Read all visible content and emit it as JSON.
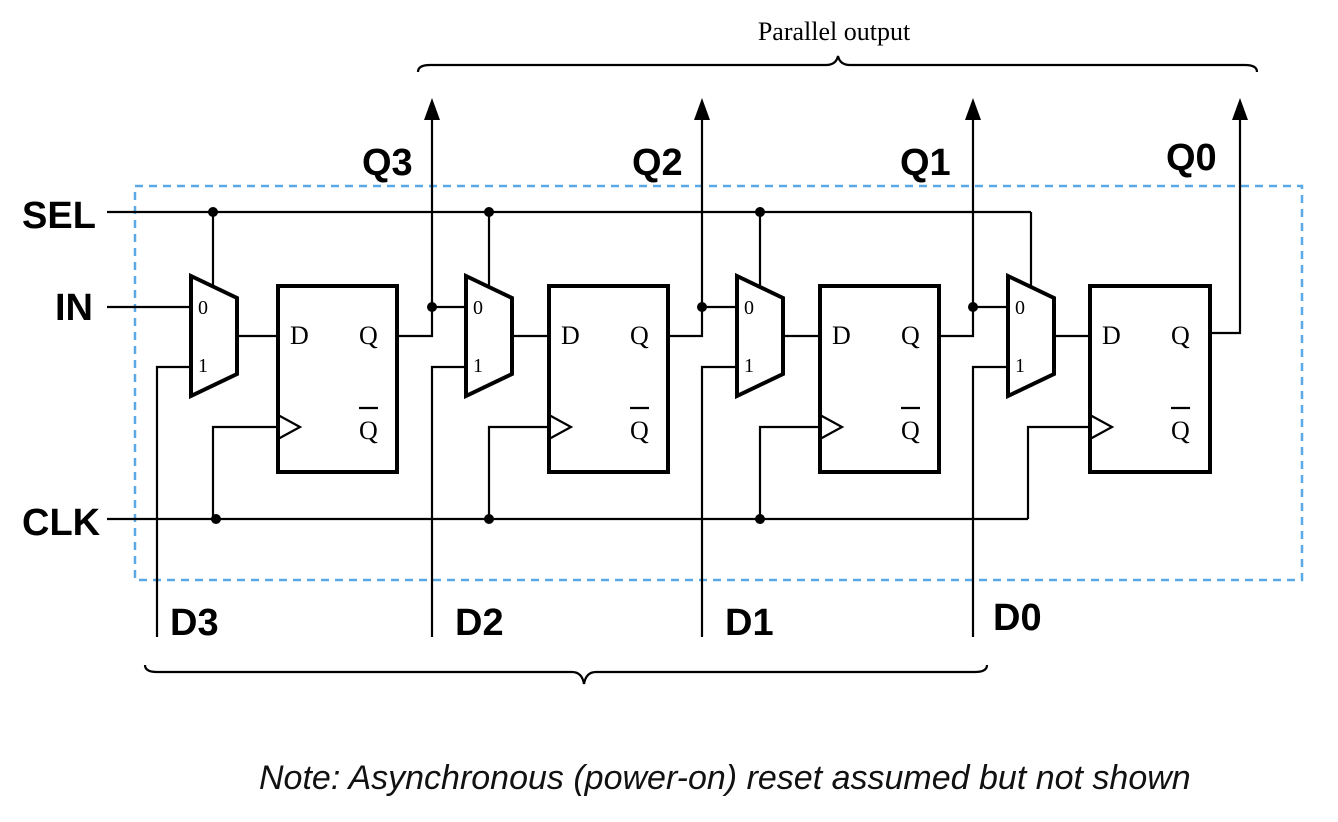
{
  "labels": {
    "parallel_output": "Parallel output",
    "sel": "SEL",
    "in": "IN",
    "clk": "CLK",
    "outputs": [
      "Q3",
      "Q2",
      "Q1",
      "Q0"
    ],
    "inputs": [
      "D3",
      "D2",
      "D1",
      "D0"
    ]
  },
  "mux": {
    "in0": "0",
    "in1": "1"
  },
  "flipflop": {
    "d": "D",
    "q": "Q",
    "qbar": "Q"
  },
  "colors": {
    "wire": "#000000",
    "dashed_box": "#5aa9e6"
  },
  "note": "Note: Asynchronous (power-on) reset assumed but not shown"
}
